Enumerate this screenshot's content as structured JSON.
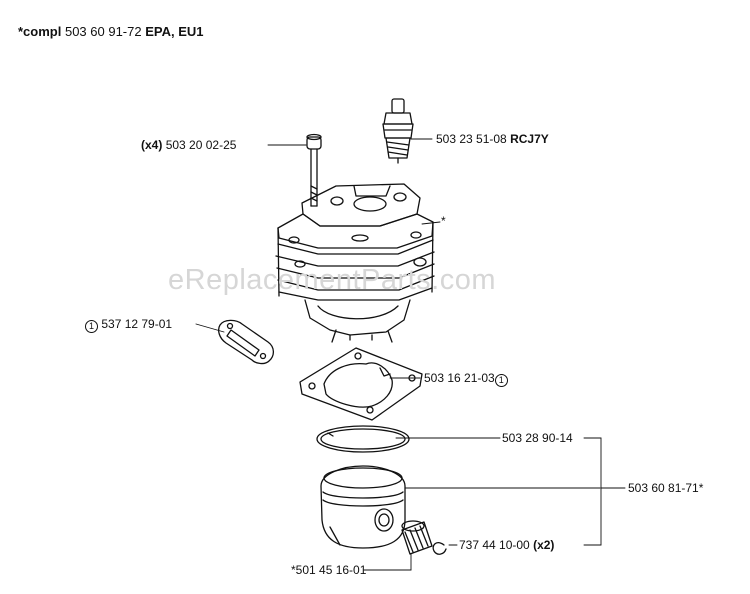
{
  "header": {
    "prefix": "*compl",
    "number": "503 60 91-72",
    "suffix": "EPA, EU1"
  },
  "watermark": "eReplacementParts.com",
  "labels": {
    "bolt": {
      "qty": "(x4)",
      "number": "503 20 02-25"
    },
    "spark_plug": {
      "number": "503 23 51-08",
      "note": "RCJ7Y"
    },
    "cylinder": {
      "mark": "*"
    },
    "small_gasket": {
      "circle": "1",
      "number": "537 12 79-01"
    },
    "base_gasket": {
      "number": "503 16 21-03",
      "circle": "1"
    },
    "ring": {
      "number": "503 28 90-14"
    },
    "piston_kit": {
      "number": "503 60 81-71*"
    },
    "circlip": {
      "number": "737 44 10-00",
      "qty": "(x2)"
    },
    "bearing": {
      "number": "*501 45 16-01"
    }
  },
  "colors": {
    "line": "#111111",
    "watermark": "#d6d6d6",
    "background": "#ffffff"
  }
}
